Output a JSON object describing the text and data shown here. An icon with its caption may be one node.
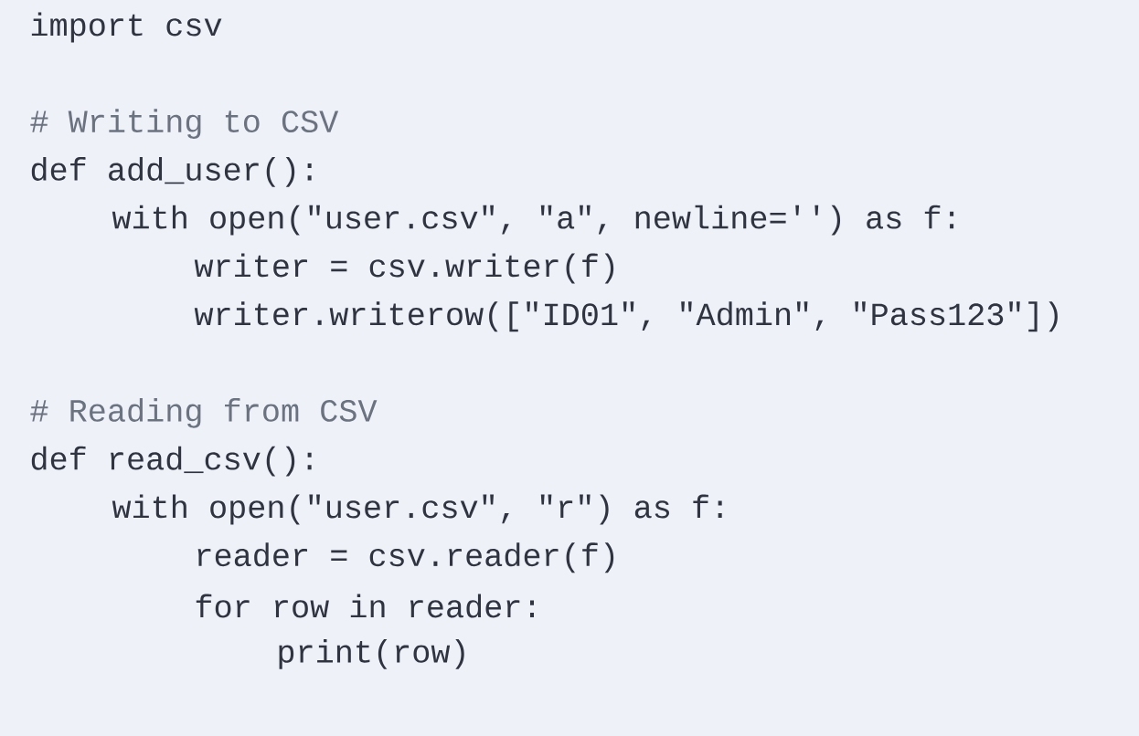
{
  "diagram": {
    "labels": [
      "import csv",
      "# Writing to CSV",
      "def add_user():",
      "with open(\"user.csv\", \"a\", newline='') as f:",
      "writer = csv.writer(f)",
      "writer.writerow([\"ID01\", \"Admin\", \"Pass123\"])",
      "# Reading from CSV",
      "def read_csv():",
      "with open(\"user.csv\", \"r\") as f:",
      "reader = csv.reader(f)",
      "for row in reader:",
      "print(row)"
    ]
  }
}
